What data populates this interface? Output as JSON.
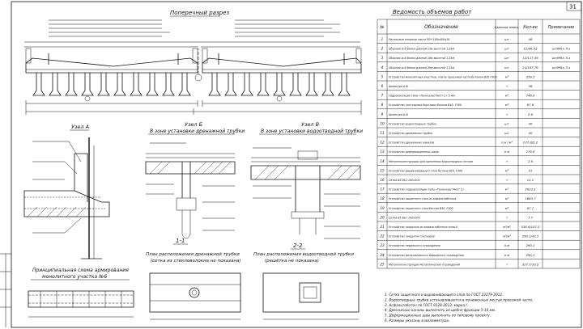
{
  "sheet": {
    "sheet_number": "31"
  },
  "views": {
    "cross_section_title": "Поперечный разрез",
    "node_a_title": "Узел А",
    "node_b_title": "Узел Б",
    "node_b_subtitle": "В зоне установки дренажной трубки",
    "node_v_title": "Узел В",
    "node_v_subtitle": "В зоне установки водоотводной трубки",
    "section_11": "1-1",
    "section_22": "2-2",
    "drain_plan_title": "План расположения дренажной трубки",
    "drain_plan_sub": "(сетка из стекловолокна не показана)",
    "water_plan_title": "План расположения водоотводной трубки",
    "water_plan_sub": "(решётка не показана)",
    "scheme_title": "Принципиальная схема армирования",
    "scheme_sub": "монолитного участка №6"
  },
  "table": {
    "title": "Ведомость объемов работ",
    "headers": [
      "№",
      "Обозначение",
      "Единица измер.",
      "Кол-во",
      "Примечание"
    ],
    "rows": [
      {
        "n": "1",
        "name": "Ригельные опорные части РОЧ 180х400х18",
        "unit": "шт",
        "qty": "48",
        "note": ""
      },
      {
        "n": "2",
        "name": "Сборная ж.б балка длиной 15м высотой 1,23м",
        "unit": "шт",
        "qty": "12/96,52",
        "note": "шт/М³бл. П-э"
      },
      {
        "n": "3",
        "name": "Сборная ж.б балка длиной 18м высотой 1,23м",
        "unit": "шт",
        "qty": "12/117,36",
        "note": "шт/М³бл. П-э"
      },
      {
        "n": "4",
        "name": "Сборная ж.б балка длиной 20м высотой 1,23м",
        "unit": "шт",
        "qty": "24/187,76",
        "note": "шт/М³бл. П-э"
      },
      {
        "n": "5",
        "name": "Устройство монолитных участков, плиты проезжей части бетоном B35 F300",
        "unit": "м³",
        "qty": "259,5",
        "note": ""
      },
      {
        "n": "6",
        "name": "Арматура А-III",
        "unit": "т",
        "qty": "36",
        "note": ""
      },
      {
        "n": "7",
        "name": "Гидроизоляция типа «Техноэластмост С» 5 мм",
        "unit": "м²",
        "qty": "746,9",
        "note": ""
      },
      {
        "n": "8",
        "name": "Устройство тротуарных бортовых блоков B40, F300",
        "unit": "м³",
        "qty": "67,8",
        "note": ""
      },
      {
        "n": "9",
        "name": "Арматура А-III",
        "unit": "т",
        "qty": "2,6",
        "note": ""
      },
      {
        "n": "10",
        "name": "Устройство водоотводных трубок",
        "unit": "шт",
        "qty": "40",
        "note": ""
      },
      {
        "n": "11",
        "name": "Устройство дренажных трубок",
        "unit": "шт",
        "qty": "40",
        "note": ""
      },
      {
        "n": "12",
        "name": "Устройство дренажных каналов",
        "unit": "п.м / м³",
        "qty": "277,8/2,2",
        "note": ""
      },
      {
        "n": "13",
        "name": "Устройство деформационных швов",
        "unit": "п.м",
        "qty": "276,6",
        "note": ""
      },
      {
        "n": "14",
        "name": "Металлоконструкции для крепления водоотводных лотков",
        "unit": "т",
        "qty": "2,6",
        "note": ""
      },
      {
        "n": "15",
        "name": "Устройство выравнивающего слоя бетона B25, F300",
        "unit": "м³",
        "qty": "21",
        "note": ""
      },
      {
        "n": "16",
        "name": "Сетка ø5 Вр-I 100х100",
        "unit": "т",
        "qty": "14,1",
        "note": ""
      },
      {
        "n": "17",
        "name": "Устройство гидроизоляции типа «Техноэластмост С»",
        "unit": "м²",
        "qty": "2033,1",
        "note": ""
      },
      {
        "n": "18",
        "name": "Устройство защитного слоя из асфальтобетона",
        "unit": "м²",
        "qty": "1683,7",
        "note": ""
      },
      {
        "n": "19",
        "name": "Устройство защитного слоя бетона B30, F300",
        "unit": "м³",
        "qty": "87,7",
        "note": ""
      },
      {
        "n": "20",
        "name": "Сетка ø5 Вр-I 100х100",
        "unit": "т",
        "qty": "7,7",
        "note": ""
      },
      {
        "n": "21",
        "name": "Устройство покрытия из асфальтобетона типа А",
        "unit": "м²/м³",
        "qty": "536,6/107,3",
        "note": ""
      },
      {
        "n": "22",
        "name": "Устройство покрытия тротуаров",
        "unit": "м²/м³",
        "qty": "290,1/43,5",
        "note": ""
      },
      {
        "n": "23",
        "name": "Устройство перильного ограждения",
        "unit": "п.м",
        "qty": "290,1",
        "note": ""
      },
      {
        "n": "24",
        "name": "Устройство металлического барьерного ограждения",
        "unit": "п.м",
        "qty": "290,1",
        "note": ""
      },
      {
        "n": "25",
        "name": "Металлоконструкции металлических ограждений",
        "unit": "т",
        "qty": "327,7/10,5",
        "note": ""
      }
    ]
  },
  "notes": {
    "lines": [
      "1. Сетка защитного и выравнивающего слоя по ГОСТ 23279-2012.",
      "2. Водоотводные трубки устанавливаются в пониженных местах проезжей части.",
      "3. Асфальтобетон по ГОСТ 9128-2013, марка I.",
      "4. Дренажные каналы выполнять из щебня фракции 5-10 мм.",
      "5. Деформационные швы выполнять по типовому проекту.",
      "6. Размеры указаны в миллиметрах."
    ]
  }
}
